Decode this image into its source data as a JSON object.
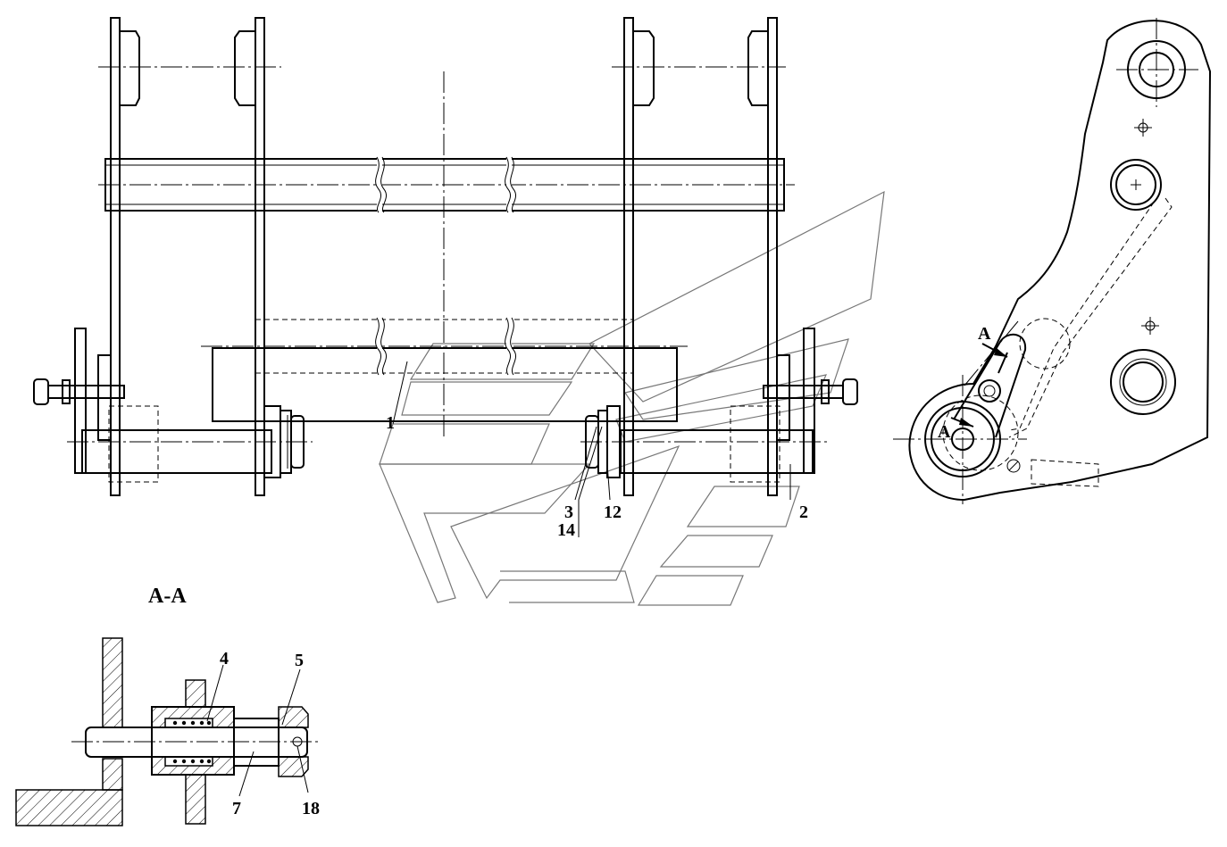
{
  "section_view": {
    "title": "A-A"
  },
  "callouts": {
    "c1": "1",
    "c2": "2",
    "c3": "3",
    "c12": "12",
    "c14": "14",
    "c4": "4",
    "c5": "5",
    "c7": "7",
    "c18": "18"
  },
  "section_marks": {
    "cut_top": "A",
    "cut_bottom": "A"
  }
}
